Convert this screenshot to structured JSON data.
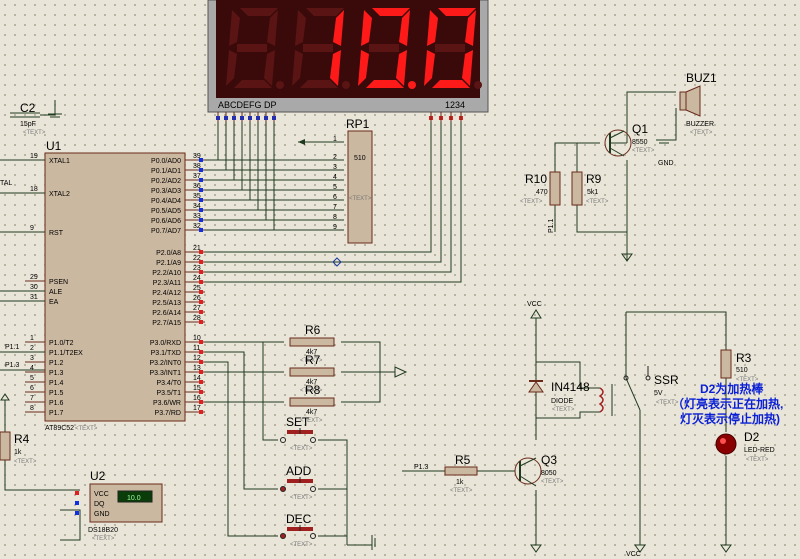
{
  "display": {
    "digits": "10.0",
    "segment_label": "ABCDEFG DP",
    "digit_label": "1234",
    "segment_color": "#ff1a1a"
  },
  "mcu": {
    "name": "U1",
    "part": "AT89C52",
    "left_pins": [
      {
        "num": "19",
        "name": "XTAL1"
      },
      {
        "num": "18",
        "name": "XTAL2"
      },
      {
        "num": "9",
        "name": "RST"
      },
      {
        "num": "29",
        "name": "PSEN"
      },
      {
        "num": "30",
        "name": "ALE"
      },
      {
        "num": "31",
        "name": "EA"
      },
      {
        "num": "1",
        "name": "P1.0/T2"
      },
      {
        "num": "2",
        "name": "P1.1/T2EX"
      },
      {
        "num": "3",
        "name": "P1.2"
      },
      {
        "num": "4",
        "name": "P1.3"
      },
      {
        "num": "5",
        "name": "P1.4"
      },
      {
        "num": "6",
        "name": "P1.5"
      },
      {
        "num": "7",
        "name": "P1.6"
      },
      {
        "num": "8",
        "name": "P1.7"
      }
    ],
    "right_pins": [
      {
        "num": "39",
        "name": "P0.0/AD0"
      },
      {
        "num": "38",
        "name": "P0.1/AD1"
      },
      {
        "num": "37",
        "name": "P0.2/AD2"
      },
      {
        "num": "36",
        "name": "P0.3/AD3"
      },
      {
        "num": "35",
        "name": "P0.4/AD4"
      },
      {
        "num": "34",
        "name": "P0.5/AD5"
      },
      {
        "num": "33",
        "name": "P0.6/AD6"
      },
      {
        "num": "32",
        "name": "P0.7/AD7"
      },
      {
        "num": "21",
        "name": "P2.0/A8"
      },
      {
        "num": "22",
        "name": "P2.1/A9"
      },
      {
        "num": "23",
        "name": "P2.2/A10"
      },
      {
        "num": "24",
        "name": "P2.3/A11"
      },
      {
        "num": "25",
        "name": "P2.4/A12"
      },
      {
        "num": "26",
        "name": "P2.5/A13"
      },
      {
        "num": "27",
        "name": "P2.6/A14"
      },
      {
        "num": "28",
        "name": "P2.7/A15"
      },
      {
        "num": "10",
        "name": "P3.0/RXD"
      },
      {
        "num": "11",
        "name": "P3.1/TXD"
      },
      {
        "num": "12",
        "name": "P3.2/INT0"
      },
      {
        "num": "13",
        "name": "P3.3/INT1"
      },
      {
        "num": "14",
        "name": "P3.4/T0"
      },
      {
        "num": "15",
        "name": "P3.5/T1"
      },
      {
        "num": "16",
        "name": "P3.6/WR"
      },
      {
        "num": "17",
        "name": "P3.7/RD"
      }
    ]
  },
  "rp1": {
    "name": "RP1",
    "value": "510",
    "pins": [
      "1",
      "2",
      "3",
      "4",
      "5",
      "6",
      "7",
      "8",
      "9"
    ],
    "text": "<TEXT>"
  },
  "c2": {
    "name": "C2",
    "value": "15pF",
    "text": "<TEXT>"
  },
  "xtal_label": "TAL",
  "p11": "P1.1",
  "p13": "P1.3",
  "r4": {
    "name": "R4",
    "value": "1k",
    "text": "<TEXT>"
  },
  "u2": {
    "name": "U2",
    "part": "DS18B20",
    "readout": "10.0",
    "pins": [
      "VCC",
      "DQ",
      "GND"
    ],
    "text": "<TEXT>"
  },
  "r6": {
    "name": "R6",
    "value": "4k7",
    "text": "<TEXT>"
  },
  "r7": {
    "name": "R7",
    "value": "4k7",
    "text": "<TEXT>"
  },
  "r8": {
    "name": "R8",
    "value": "4k7",
    "text": "<TEXT>"
  },
  "buttons": [
    "SET",
    "ADD",
    "DEC"
  ],
  "buz1": {
    "name": "BUZ1",
    "part": "BUZZER",
    "text": "<TEXT>",
    "gnd": "GND"
  },
  "q1": {
    "name": "Q1",
    "part": "8550",
    "text": "<TEXT>"
  },
  "r10": {
    "name": "R10",
    "value": "470",
    "text": "<TEXT>"
  },
  "r9": {
    "name": "R9",
    "value": "5k1",
    "text": "<TEXT>"
  },
  "p11_vert": "P1.1",
  "vcc1": "VCC",
  "vcc2": "VCC",
  "diode": {
    "name": "IN4148",
    "part": "DIODE",
    "text": "<TEXT>"
  },
  "ssr": {
    "name": "SSR",
    "value": "5V",
    "text": "<TEXT>"
  },
  "r3": {
    "name": "R3",
    "value": "510",
    "text": "<TEXT>"
  },
  "note": [
    "D2为加热棒",
    "（灯亮表示正在加热,",
    "灯灭表示停止加热)"
  ],
  "d2": {
    "name": "D2",
    "part": "LED-RED",
    "text": "<TEXT>"
  },
  "q3": {
    "name": "Q3",
    "part": "8050",
    "text": "<TEXT>"
  },
  "r5": {
    "name": "R5",
    "value": "1k",
    "text": "<TEXT>"
  },
  "p13_r5": "P1.3",
  "text_tag": "<TEXT>"
}
